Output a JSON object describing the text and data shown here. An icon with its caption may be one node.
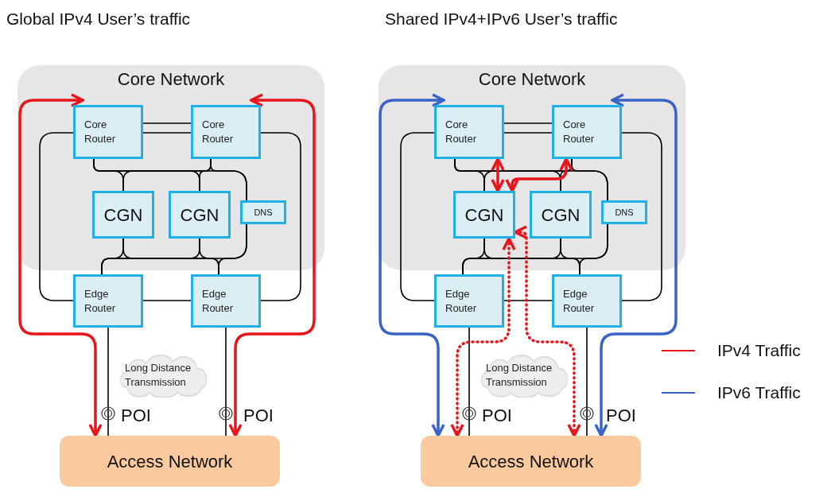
{
  "diagram": {
    "nodes": [
      {
        "text": [
          "Core Network"
        ]
      },
      {
        "text": [
          "Core Router"
        ],
        "in": 0
      },
      {
        "text": [
          "Core Router"
        ],
        "in": 0
      },
      {
        "text": [
          "CGN"
        ],
        "in": 0
      },
      {
        "text": [
          "CGN"
        ],
        "in": 0
      },
      {
        "text": [
          "DNS"
        ],
        "in": 0
      },
      {
        "text": [
          "Edge Router"
        ]
      },
      {
        "text": [
          "Edge Router"
        ]
      },
      {
        "text": [
          "Long Distance Transmission"
        ]
      },
      {
        "text": [
          "Access Network"
        ]
      },
      {
        "text": [
          "Core Network"
        ]
      },
      {
        "text": [
          "Core Router"
        ],
        "in": 10
      },
      {
        "text": [
          "Core Router"
        ],
        "in": 10
      },
      {
        "text": [
          "CGN"
        ],
        "in": 10
      },
      {
        "text": [
          "CGN"
        ],
        "in": 10
      },
      {
        "text": [
          "DNS"
        ],
        "in": 10
      },
      {
        "text": [
          "Edge Router"
        ]
      },
      {
        "text": [
          "Edge Router"
        ]
      },
      {
        "text": [
          "Long Distance Transmission"
        ]
      },
      {
        "text": [
          "Access Network"
        ]
      }
    ],
    "edges": [
      {
        "from": 1,
        "to": 2,
        "arrow": "none"
      },
      {
        "from": 1,
        "to": 2,
        "arrow": "none"
      },
      {
        "from": 1,
        "to": 6,
        "arrow": "none"
      },
      {
        "from": 2,
        "to": 7,
        "arrow": "none"
      },
      {
        "from": 6,
        "to": 7,
        "arrow": "none"
      },
      {
        "from": 1,
        "to": 3,
        "arrow": "none"
      },
      {
        "from": 1,
        "to": 4,
        "arrow": "none"
      },
      {
        "from": 1,
        "to": 5,
        "arrow": "none"
      },
      {
        "from": 2,
        "to": 3,
        "arrow": "none"
      },
      {
        "from": 2,
        "to": 4,
        "arrow": "none"
      },
      {
        "from": 2,
        "to": 5,
        "arrow": "none"
      },
      {
        "from": 3,
        "to": 6,
        "arrow": "none"
      },
      {
        "from": 3,
        "to": 7,
        "arrow": "none"
      },
      {
        "from": 4,
        "to": 6,
        "arrow": "none"
      },
      {
        "from": 4,
        "to": 7,
        "arrow": "none"
      },
      {
        "from": 5,
        "to": 6,
        "arrow": "none"
      },
      {
        "from": 5,
        "to": 7,
        "arrow": "none"
      },
      {
        "from": 6,
        "to": 9,
        "arrow": "none"
      },
      {
        "from": 7,
        "to": 9,
        "arrow": "none"
      },
      {
        "from": 9,
        "to": 1,
        "arrow": "both",
        "style": "thick",
        "color": "#e8141c"
      },
      {
        "from": 9,
        "to": 2,
        "arrow": "both",
        "style": "thick",
        "color": "#e8141c"
      },
      {
        "from": 11,
        "to": 12,
        "arrow": "none"
      },
      {
        "from": 11,
        "to": 12,
        "arrow": "none"
      },
      {
        "from": 11,
        "to": 16,
        "arrow": "none"
      },
      {
        "from": 12,
        "to": 17,
        "arrow": "none"
      },
      {
        "from": 16,
        "to": 17,
        "arrow": "none"
      },
      {
        "from": 11,
        "to": 13,
        "arrow": "none"
      },
      {
        "from": 11,
        "to": 14,
        "arrow": "none"
      },
      {
        "from": 11,
        "to": 15,
        "arrow": "none"
      },
      {
        "from": 12,
        "to": 13,
        "arrow": "none"
      },
      {
        "from": 12,
        "to": 14,
        "arrow": "none"
      },
      {
        "from": 12,
        "to": 15,
        "arrow": "none"
      },
      {
        "from": 13,
        "to": 16,
        "arrow": "none"
      },
      {
        "from": 13,
        "to": 17,
        "arrow": "none"
      },
      {
        "from": 14,
        "to": 16,
        "arrow": "none"
      },
      {
        "from": 14,
        "to": 17,
        "arrow": "none"
      },
      {
        "from": 15,
        "to": 16,
        "arrow": "none"
      },
      {
        "from": 15,
        "to": 17,
        "arrow": "none"
      },
      {
        "from": 16,
        "to": 19,
        "arrow": "none"
      },
      {
        "from": 17,
        "to": 19,
        "arrow": "none"
      },
      {
        "from": 19,
        "to": 11,
        "arrow": "both",
        "style": "thick",
        "color": "#3a63c8"
      },
      {
        "from": 19,
        "to": 12,
        "arrow": "both",
        "style": "thick",
        "color": "#3a63c8"
      },
      {
        "from": 11,
        "to": 13,
        "arrow": "both",
        "style": "thick",
        "color": "#e8141c"
      },
      {
        "from": 12,
        "to": 13,
        "arrow": "both",
        "style": "thick",
        "color": "#e8141c"
      },
      {
        "from": 13,
        "to": 19,
        "arrow": "both",
        "style": "dashed",
        "color": "#e8141c"
      },
      {
        "from": 13,
        "to": 19,
        "arrow": "both",
        "style": "dashed",
        "color": "#e8141c"
      }
    ],
    "labels": [
      "Global IPv4 User’s traffic",
      "Shared IPv4+IPv6 User’s traffic",
      "POI",
      "POI",
      "POI",
      "POI"
    ],
    "legend": [
      {
        "text": "IPv4 Traffic",
        "color": "#e8141c"
      },
      {
        "text": "IPv6 Traffic",
        "color": "#3a63c8"
      }
    ]
  }
}
